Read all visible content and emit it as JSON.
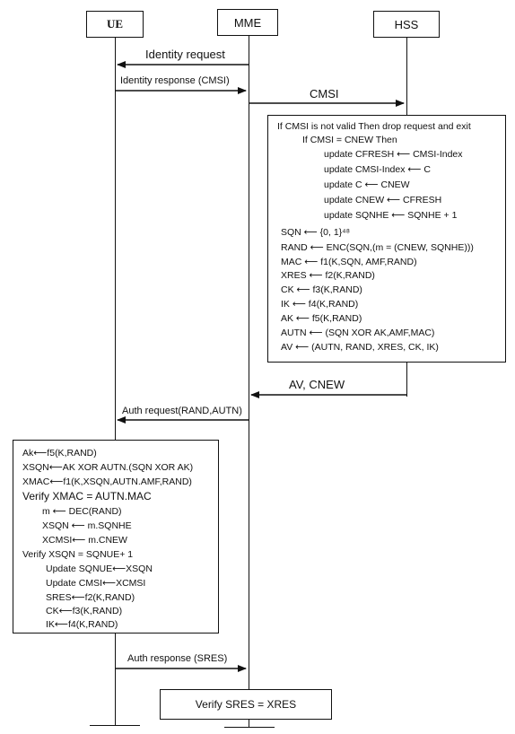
{
  "entities": {
    "ue": "UE",
    "mme": "MME",
    "hss": "HSS"
  },
  "messages": {
    "identity_request": "Identity request",
    "identity_response": "Identity response (CMSI)",
    "cmsi": "CMSI",
    "av_cnew": "AV, CNEW",
    "auth_request": "Auth request(RAND,AUTN)",
    "auth_response": "Auth response (SRES)"
  },
  "hss_box": {
    "lines": [
      "If CMSI is not valid Then drop request and exit",
      "If  CMSI = CNEW Then",
      "update  CFRESH ⟵  CMSI-Index",
      "update  CMSI-Index ⟵ C",
      "update  C ⟵ CNEW",
      "update  CNEW ⟵  CFRESH",
      "update  SQNHE ⟵  SQNHE + 1",
      "SQN ⟵ {0, 1}⁴⁸",
      "RAND ⟵ ENC(SQN,(m = (CNEW, SQNHE)))",
      "MAC ⟵ f1(K,SQN, AMF,RAND)",
      "XRES ⟵ f2(K,RAND)",
      "CK ⟵ f3(K,RAND)",
      "IK ⟵ f4(K,RAND)",
      "AK ⟵ f5(K,RAND)",
      "AUTN ⟵ (SQN XOR AK,AMF,MAC)",
      "AV ⟵ (AUTN, RAND, XRES, CK, IK)"
    ]
  },
  "ue_box": {
    "lines": [
      "Ak⟵f5(K,RAND)",
      "XSQN⟵AK XOR AUTN.(SQN XOR AK)",
      "XMAC⟵f1(K,XSQN,AUTN.AMF,RAND)",
      "Verify XMAC = AUTN.MAC",
      "m ⟵ DEC(RAND)",
      "XSQN ⟵ m.SQNHE",
      "XCMSI⟵ m.CNEW",
      "Verify XSQN = SQNUE+ 1",
      "Update SQNUE⟵XSQN",
      "Update CMSI⟵XCMSI",
      "SRES⟵f2(K,RAND)",
      "CK⟵f3(K,RAND)",
      "IK⟵f4(K,RAND)"
    ]
  },
  "verify_box": "Verify SRES = XRES"
}
